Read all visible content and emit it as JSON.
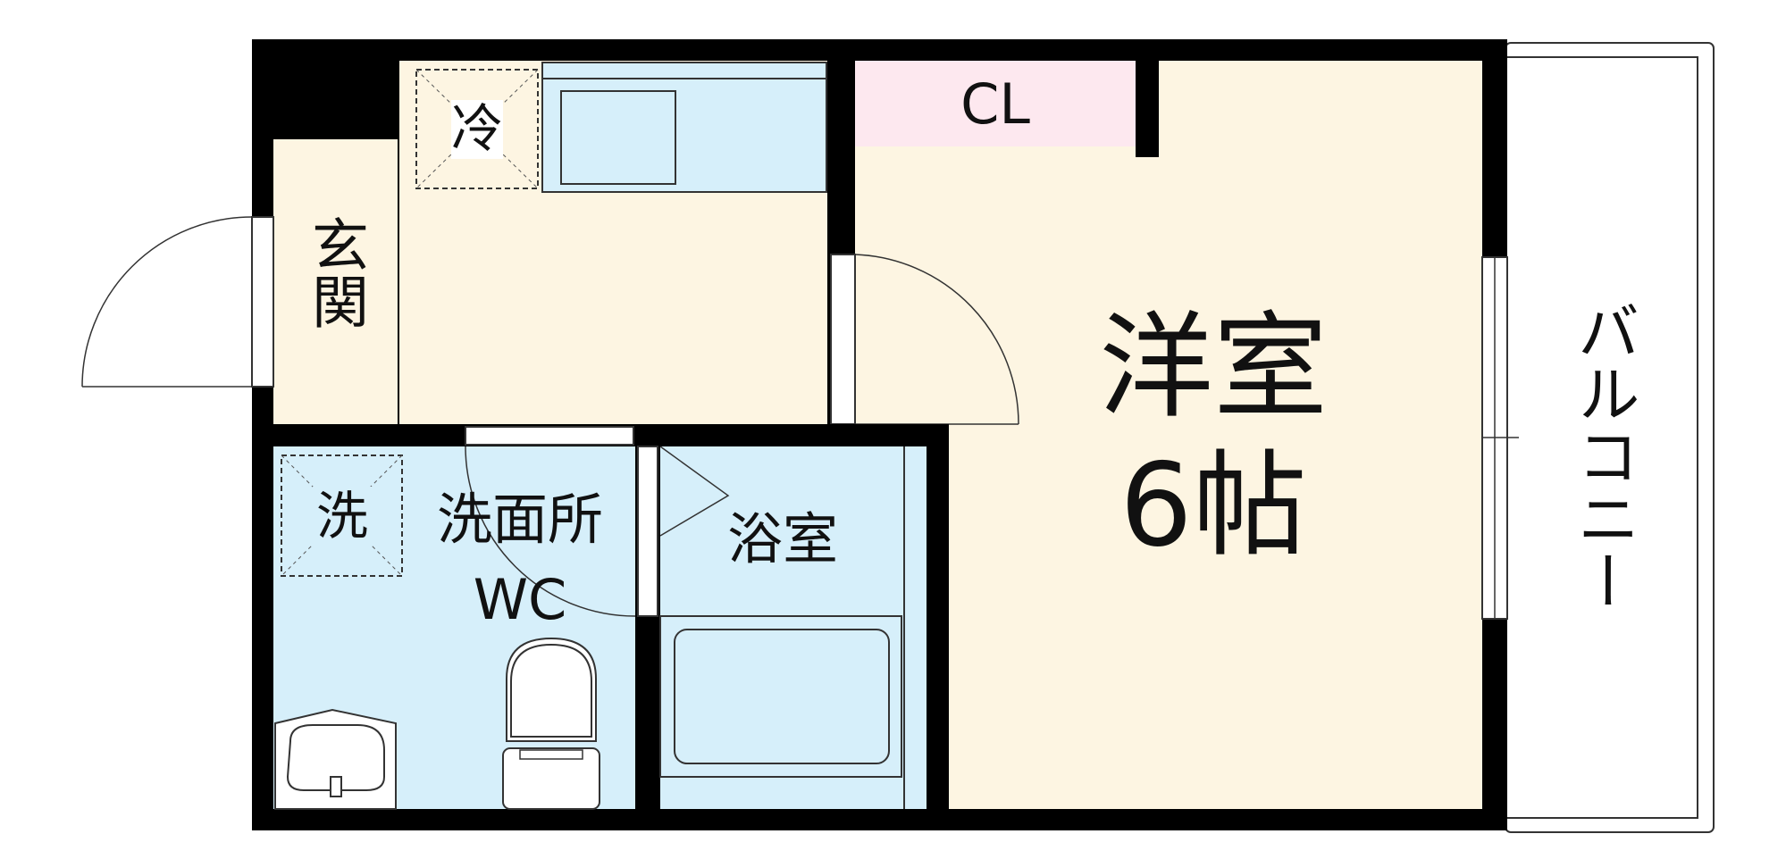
{
  "floor_plan": {
    "rooms": {
      "entrance": {
        "label": "玄関"
      },
      "western_room": {
        "label": "洋室",
        "size": "6帖"
      },
      "closet": {
        "label": "CL"
      },
      "washroom": {
        "label": "洗面所",
        "sublabel": "WC"
      },
      "bathroom": {
        "label": "浴室"
      },
      "balcony": {
        "label": "バルコニー"
      }
    },
    "appliance_spaces": {
      "refrigerator": {
        "label": "冷"
      },
      "washing_machine": {
        "label": "洗"
      }
    },
    "colors": {
      "wall": "#000000",
      "entrance_kitchen_floor": "#fdf5e2",
      "western_room_floor": "#fdf5e2",
      "closet_floor": "#fde8ef",
      "wet_area_floor": "#d6effa",
      "balcony_floor": "#ffffff"
    }
  }
}
